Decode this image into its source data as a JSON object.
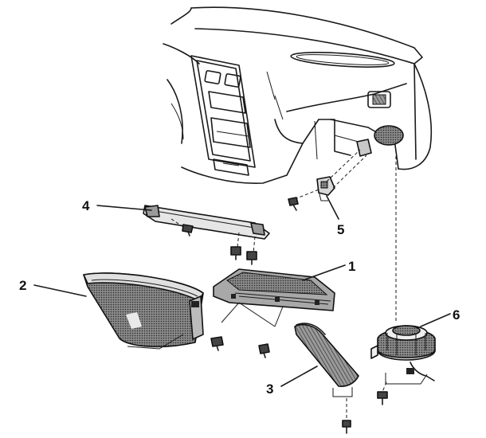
{
  "callouts": [
    {
      "label": "1"
    },
    {
      "label": "2"
    },
    {
      "label": "3"
    },
    {
      "label": "4"
    },
    {
      "label": "5"
    },
    {
      "label": "6"
    }
  ],
  "colors": {
    "ink": "#1a1a1a",
    "shade": "#6a6a6a",
    "paper": "#ffffff"
  }
}
